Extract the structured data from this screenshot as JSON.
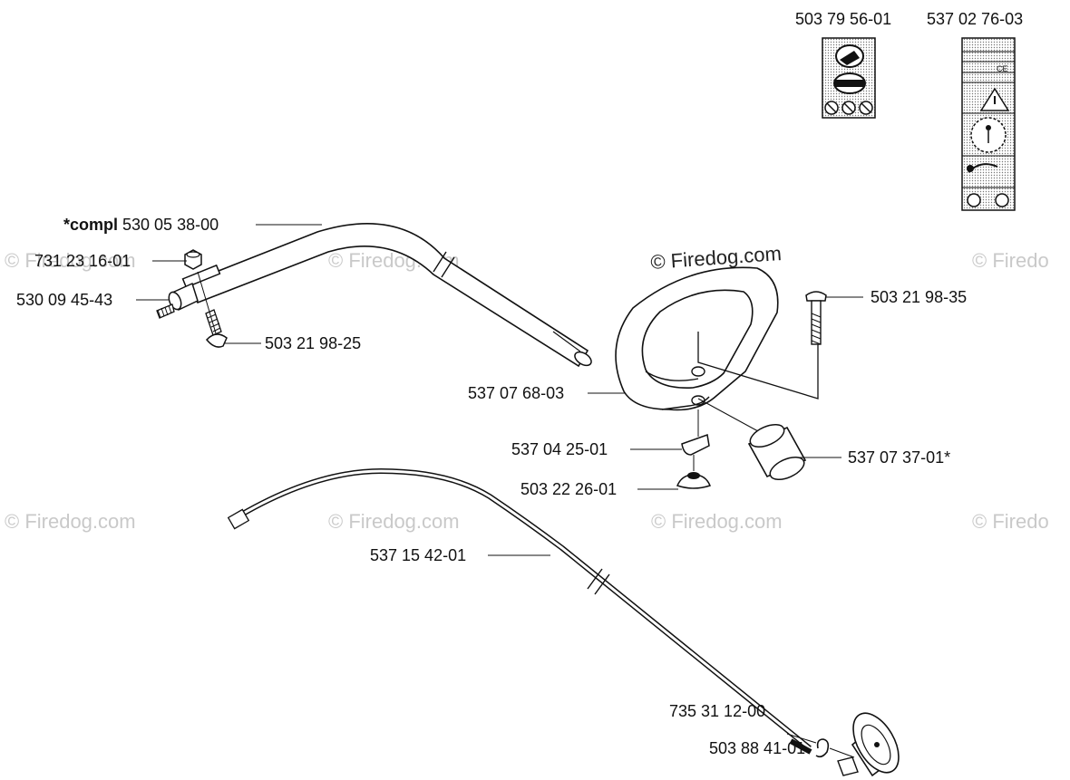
{
  "watermark": {
    "main": "© Firedog.com",
    "faint": "© Firedog.com",
    "faint_edge": "© Firedo"
  },
  "labels": {
    "compl_prefix": "*compl",
    "compl_number": "530 05 38-00",
    "p731231601": "731 23 16-01",
    "p530094543": "530 09 45-43",
    "p503219825": "503 21 98-25",
    "p503219835": "503 21 98-35",
    "p537076803": "537 07 68-03",
    "p537042501": "537 04 25-01",
    "p537073701": "537 07 37-01*",
    "p503222601": "503 22 26-01",
    "p537154201": "537 15 42-01",
    "p735311200": "735 31 12-00",
    "p503884101": "503 88 41-01",
    "decal1": "503 79 56-01",
    "decal2": "537 02 76-03"
  },
  "decals": {
    "ce_mark": "CE"
  }
}
